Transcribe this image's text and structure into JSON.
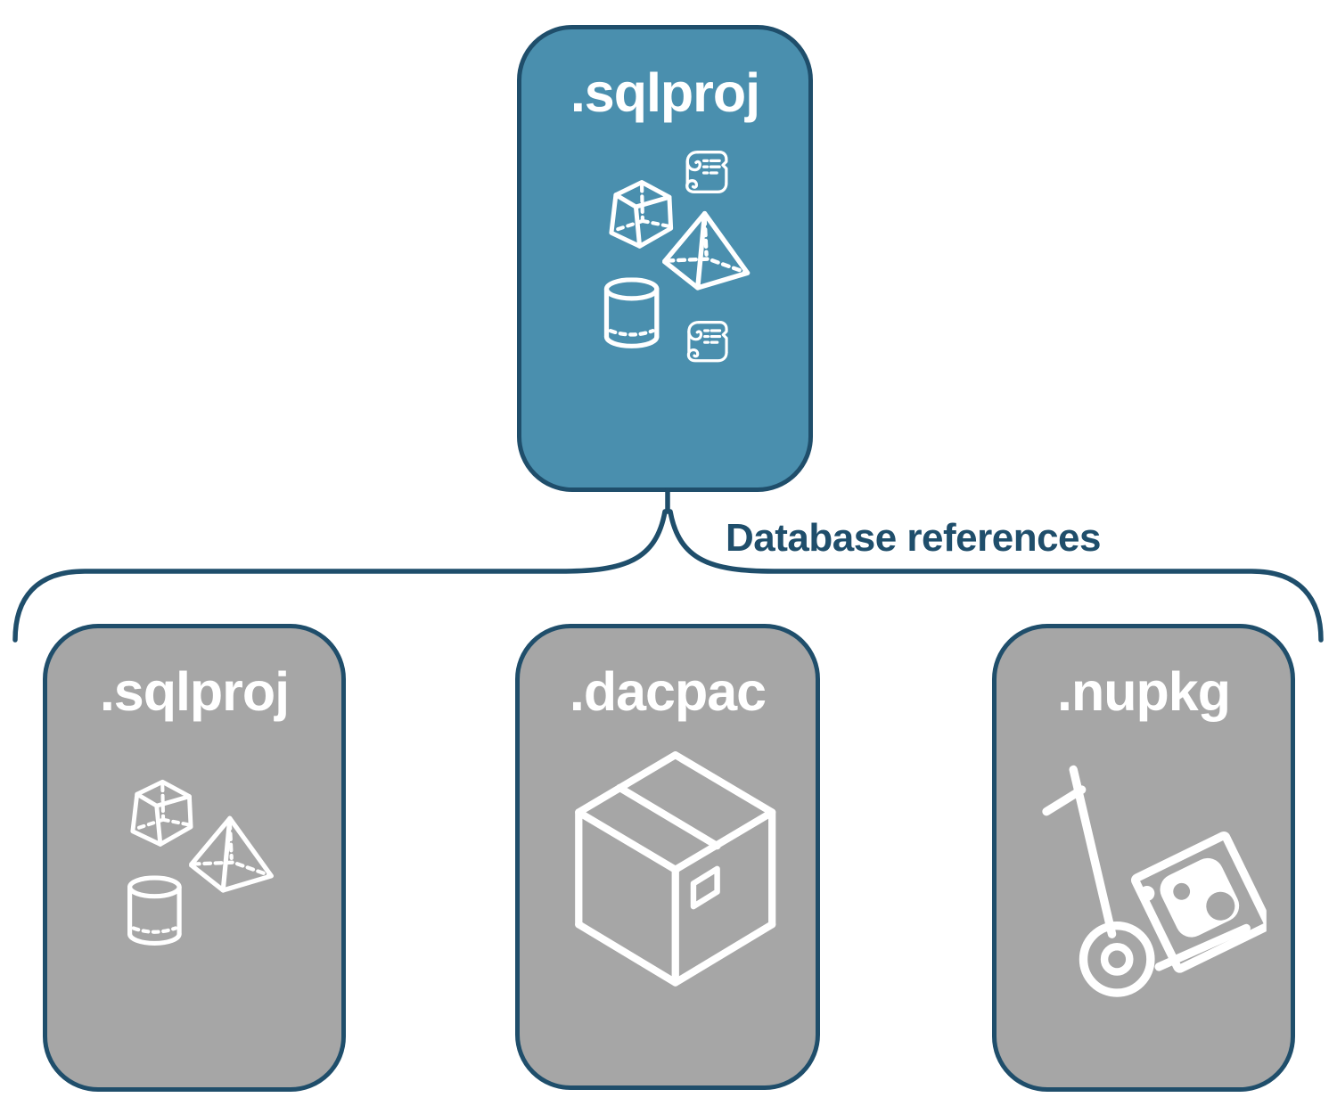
{
  "diagram": {
    "root": {
      "label": ".sqlproj",
      "fill": "#4A8FAE",
      "icons": [
        "cube-icon",
        "scroll-icon",
        "pyramid-icon",
        "cylinder-icon",
        "scroll-icon"
      ]
    },
    "connector": {
      "label": "Database references",
      "color": "#1F4E6B"
    },
    "children": [
      {
        "label": ".sqlproj",
        "fill": "#A6A6A6",
        "icons": [
          "cube-icon",
          "pyramid-icon",
          "cylinder-icon"
        ]
      },
      {
        "label": ".dacpac",
        "fill": "#A6A6A6",
        "icons": [
          "package-box-icon"
        ]
      },
      {
        "label": ".nupkg",
        "fill": "#A6A6A6",
        "icons": [
          "nuget-handtruck-icon"
        ]
      }
    ],
    "colors": {
      "accent": "#4A8FAE",
      "outline": "#1F4E6B",
      "muted": "#A6A6A6",
      "icon": "#FFFFFF",
      "background": "#FFFFFF"
    }
  }
}
